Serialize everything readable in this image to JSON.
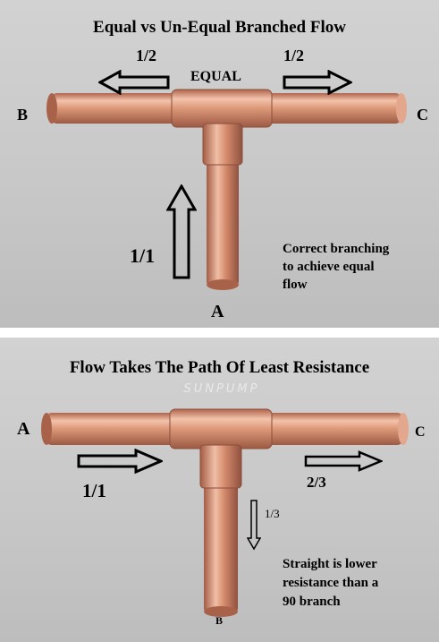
{
  "top_panel": {
    "title": "Equal vs Un-Equal Branched Flow",
    "label_equal": "EQUAL",
    "left_fraction": "1/2",
    "right_fraction": "1/2",
    "inlet_fraction": "1/1",
    "end_left": "B",
    "end_right": "C",
    "end_inlet": "A",
    "note": [
      "Correct branching",
      "to achieve equal",
      "flow"
    ]
  },
  "bottom_panel": {
    "title": "Flow Takes The Path Of Least Resistance",
    "watermark": "SUNPUMP",
    "inlet_fraction": "1/1",
    "straight_fraction": "2/3",
    "branch_fraction": "1/3",
    "end_left": "A",
    "end_right": "C",
    "end_branch": "B",
    "note": [
      "Straight is lower",
      "resistance than a",
      "90 branch"
    ]
  },
  "colors": {
    "copper_light": "#f3c3ab",
    "copper_mid": "#d98e6f",
    "copper_dark": "#9c5a44",
    "background": "#c8c8c8"
  }
}
